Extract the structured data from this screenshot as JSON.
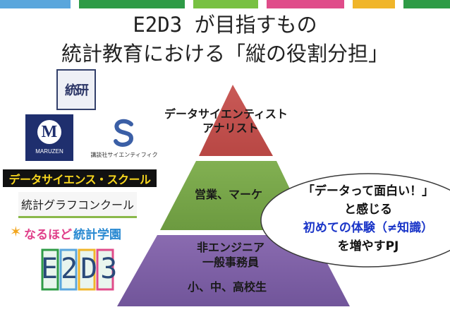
{
  "title": {
    "line1": "E2D3 が目指すもの",
    "line2": "統計教育における「縦の役割分担」"
  },
  "pyramid": {
    "tier1_line1": "データサイエンティスト",
    "tier1_line2": "アナリスト",
    "tier2": "営業、マーケ",
    "tier3_line1": "非エンジニア",
    "tier3_line2": "一般事務員",
    "tier4": "小、中、高校生",
    "colors": {
      "top": "#c0504d",
      "middle": "#77a548",
      "bottom": "#7e60a5"
    }
  },
  "bubble": {
    "line1": "「データって面白い！」",
    "line2": "と感じる",
    "line3": "初めての体験（≠知識）",
    "line4": "を増やすPJ"
  },
  "logos": {
    "toukei": "統研",
    "maruzen_mark": "M",
    "maruzen_name": "MARUZEN",
    "kodansha": "講談社サイエンティフィク",
    "ds_school": "データサイエンス・スクール",
    "graph_contest": "統計グラフコンクール",
    "naruhodo_a": "なるほど",
    "naruhodo_b": "統計学園",
    "e2d3": "E2D3"
  },
  "topbar_colors": [
    "#5aa6dc",
    "#2e9b46",
    "#78c142",
    "#e04c8a",
    "#f0b52a",
    "#2e9b46"
  ]
}
